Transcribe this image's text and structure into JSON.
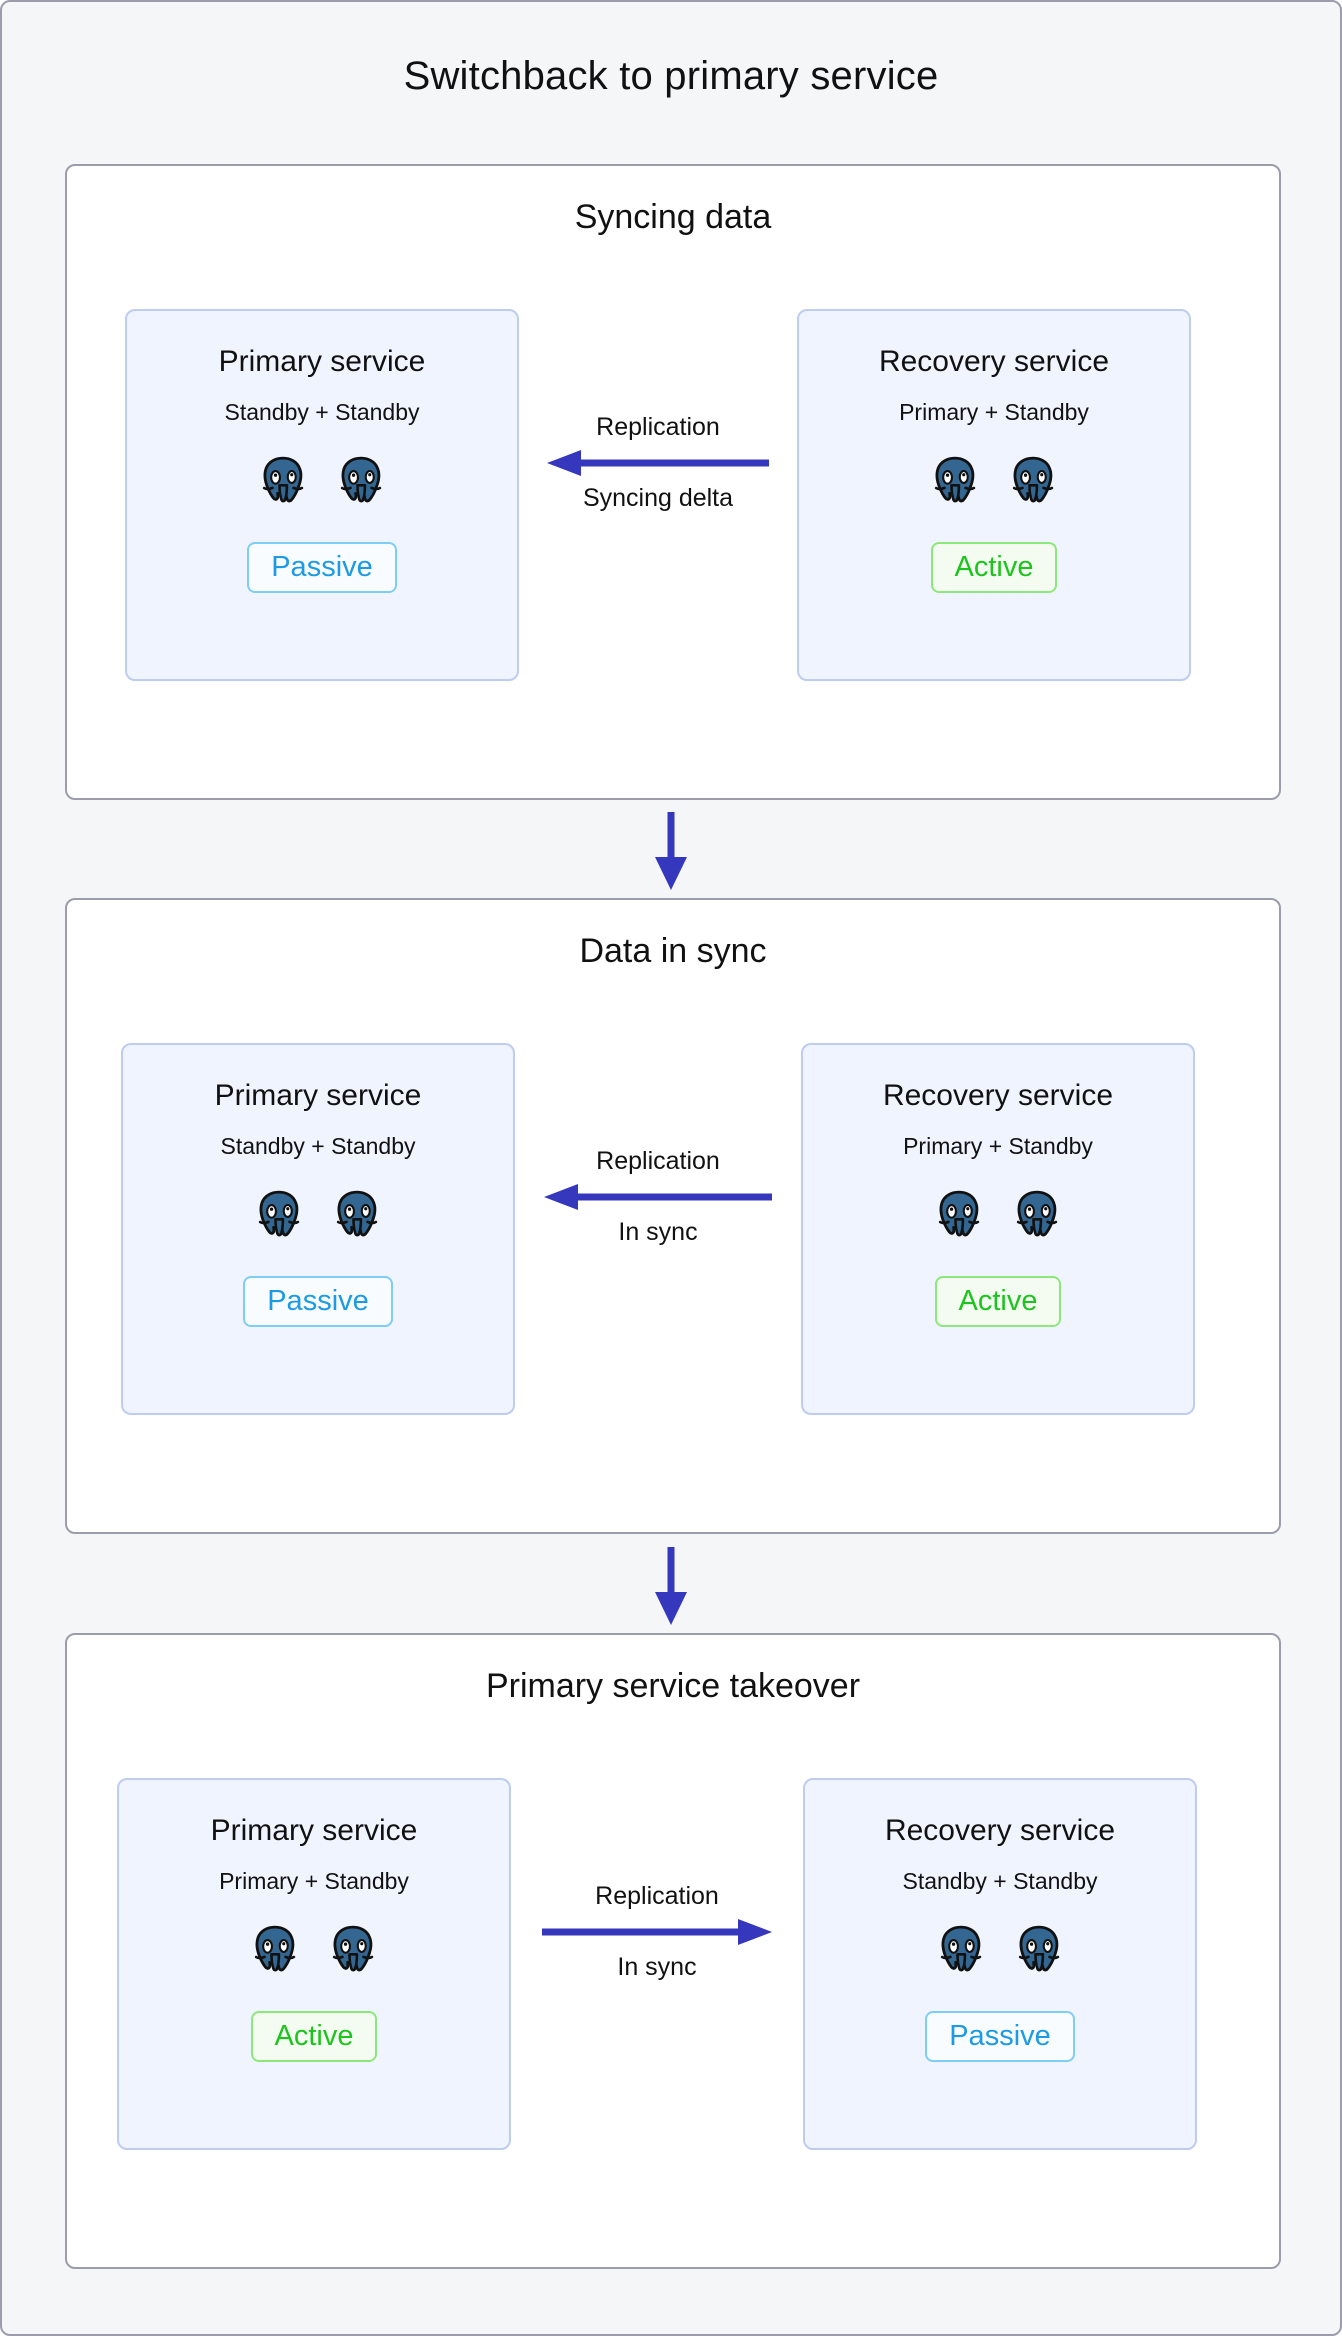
{
  "title": "Switchback to primary service",
  "colors": {
    "arrow": "#3538bd",
    "passive_border": "#7ecdf5",
    "passive_text": "#1e9ae5",
    "active_border": "#8ce87a",
    "active_text": "#1ec41e",
    "card_bg": "#f0f4fe",
    "card_border": "#bdccf0",
    "panel_border": "#9c9cac",
    "page_bg": "#f5f6f8",
    "elephant": "#336791"
  },
  "stages": [
    {
      "title": "Syncing data",
      "left": {
        "name": "Primary service",
        "roles": "Standby + Standby",
        "nodes": [
          "postgres-elephant-icon",
          "postgres-elephant-icon"
        ],
        "badge": "Passive",
        "badge_state": "passive"
      },
      "right": {
        "name": "Recovery service",
        "roles": "Primary + Standby",
        "nodes": [
          "postgres-elephant-icon",
          "postgres-elephant-icon"
        ],
        "badge": "Active",
        "badge_state": "active"
      },
      "link": {
        "label_top": "Replication",
        "label_bottom": "Syncing delta",
        "direction": "left"
      }
    },
    {
      "title": "Data in sync",
      "left": {
        "name": "Primary service",
        "roles": "Standby + Standby",
        "nodes": [
          "postgres-elephant-icon",
          "postgres-elephant-icon"
        ],
        "badge": "Passive",
        "badge_state": "passive"
      },
      "right": {
        "name": "Recovery service",
        "roles": "Primary + Standby",
        "nodes": [
          "postgres-elephant-icon",
          "postgres-elephant-icon"
        ],
        "badge": "Active",
        "badge_state": "active"
      },
      "link": {
        "label_top": "Replication",
        "label_bottom": "In sync",
        "direction": "left"
      }
    },
    {
      "title": "Primary service takeover",
      "left": {
        "name": "Primary service",
        "roles": "Primary + Standby",
        "nodes": [
          "postgres-elephant-icon",
          "postgres-elephant-icon"
        ],
        "badge": "Active",
        "badge_state": "active"
      },
      "right": {
        "name": "Recovery service",
        "roles": "Standby + Standby",
        "nodes": [
          "postgres-elephant-icon",
          "postgres-elephant-icon"
        ],
        "badge": "Passive",
        "badge_state": "passive"
      },
      "link": {
        "label_top": "Replication",
        "label_bottom": "In sync",
        "direction": "right"
      }
    }
  ],
  "connectors": [
    "down-arrow-icon",
    "down-arrow-icon"
  ]
}
